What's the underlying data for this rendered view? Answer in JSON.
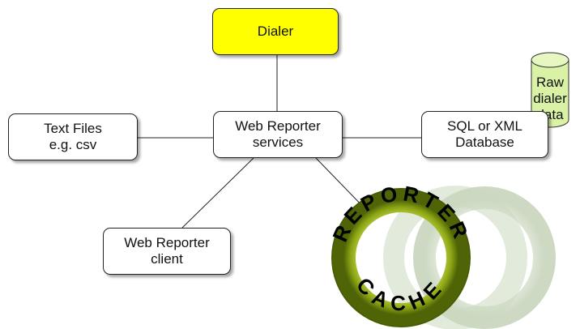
{
  "nodes": {
    "dialer": "Dialer",
    "services": "Web Reporter\nservices",
    "text_files": "Text Files\ne.g. csv",
    "database": "SQL or XML\nDatabase",
    "client": "Web Reporter\nclient"
  },
  "cylinder": {
    "lines": [
      "Raw",
      "dialer",
      "data"
    ]
  },
  "logo": {
    "top_text": "REPORTER",
    "bottom_text": "CACHE"
  },
  "colors": {
    "dialer_fill": "#ffff00",
    "cylinder_fill": "#d9f2a6",
    "ring_green": "#8db11a"
  }
}
